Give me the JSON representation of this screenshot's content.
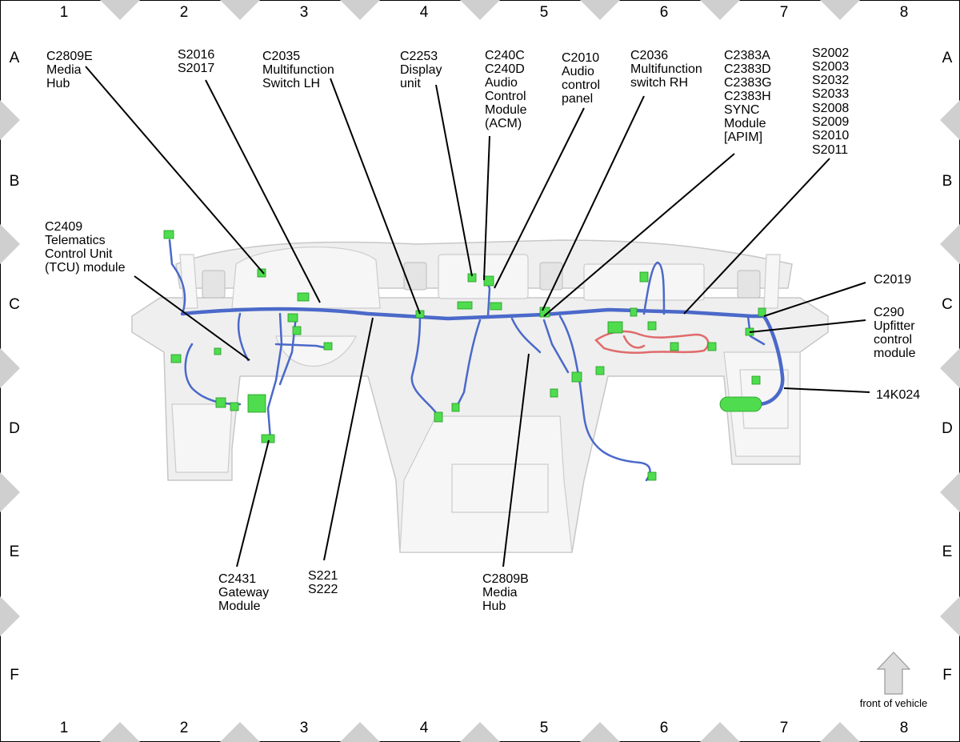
{
  "grid": {
    "columns": [
      "1",
      "2",
      "3",
      "4",
      "5",
      "6",
      "7",
      "8"
    ],
    "rows": [
      "A",
      "B",
      "C",
      "D",
      "E",
      "F"
    ]
  },
  "callouts": {
    "c2809e": [
      "C2809E",
      "Media",
      "Hub"
    ],
    "s2016": [
      "S2016",
      "S2017"
    ],
    "c2035": [
      "C2035",
      "Multifunction",
      "Switch LH"
    ],
    "c2253": [
      "C2253",
      "Display",
      "unit"
    ],
    "c240": [
      "C240C",
      "C240D",
      "Audio",
      "Control",
      "Module",
      "(ACM)"
    ],
    "c2010": [
      "C2010",
      "Audio",
      "control",
      "panel"
    ],
    "c2036": [
      "C2036",
      "Multifunction",
      "switch RH"
    ],
    "c2383": [
      "C2383A",
      "C2383D",
      "C2383G",
      "C2383H",
      "SYNC",
      "Module",
      "[APIM]"
    ],
    "s2002": [
      "S2002",
      "S2003",
      "S2032",
      "S2033",
      "S2008",
      "S2009",
      "S2010",
      "S2011"
    ],
    "c2409": [
      "C2409",
      "Telematics",
      "Control Unit",
      "(TCU) module"
    ],
    "c2019": [
      "C2019"
    ],
    "c290": [
      "C290",
      "Upfitter",
      "control",
      "module"
    ],
    "k14k024": [
      "14K024"
    ],
    "c2431": [
      "C2431",
      "Gateway",
      "Module"
    ],
    "s221": [
      "S221",
      "S222"
    ],
    "c2809b": [
      "C2809B",
      "Media",
      "Hub"
    ]
  },
  "front_indicator": {
    "label": "front of vehicle",
    "icon": "up-arrow-icon"
  },
  "colors": {
    "harness": "#4b69c9",
    "connector": "#4fdc4f",
    "secondary_harness": "#e06b6b",
    "border_notch": "#cfcfcf"
  }
}
